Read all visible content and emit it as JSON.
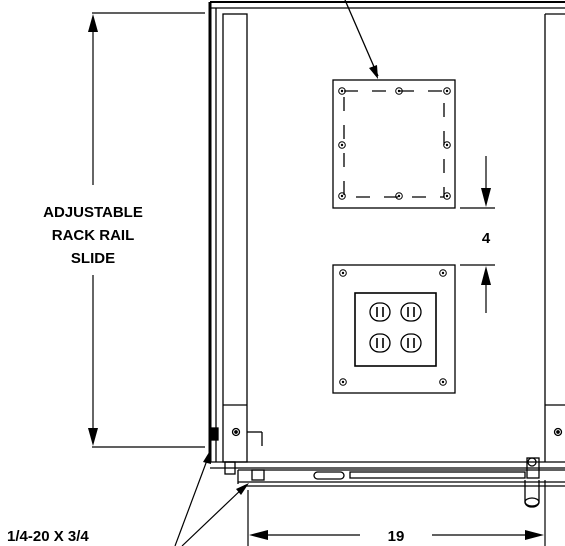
{
  "labels": {
    "rail_line1": "ADJUSTABLE",
    "rail_line2": "RACK RAIL",
    "rail_line3": "SLIDE",
    "spacing": "4",
    "width": "19",
    "screw_spec": "1/4-20 X 3/4"
  },
  "colors": {
    "line": "#000000",
    "background": "#ffffff"
  }
}
